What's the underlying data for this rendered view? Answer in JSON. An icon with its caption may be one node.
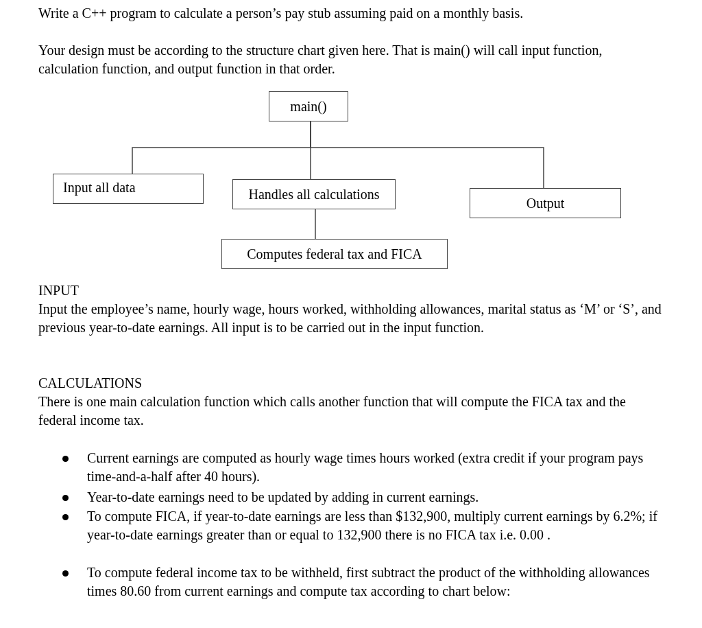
{
  "diagram": {
    "nodes": [
      {
        "text": [
          "main()"
        ]
      },
      {
        "text": [
          "Input all data"
        ]
      },
      {
        "text": [
          "Handles all calculations"
        ]
      },
      {
        "text": [
          "Output"
        ]
      },
      {
        "text": [
          "Computes federal tax and FICA"
        ]
      }
    ],
    "edges": [
      {
        "from": 0,
        "to": 1,
        "arrow": "none"
      },
      {
        "from": 0,
        "to": 2,
        "arrow": "none"
      },
      {
        "from": 0,
        "to": 3,
        "arrow": "none"
      },
      {
        "from": 2,
        "to": 4,
        "arrow": "none"
      }
    ],
    "labels": [
      "Write a C++ program to calculate a person’s pay stub assuming paid on a monthly basis.",
      "Your design must be according to the structure chart given here. That is main() will call input function, calculation function, and output function in that order.",
      "INPUT",
      "Input the employee’s name, hourly wage, hours worked, withholding allowances, marital status as ‘M’ or ‘S’, and previous year-to-date earnings. All input is to be carried out in the input function.",
      "CALCULATIONS",
      "There is one main calculation function which calls another function that will compute the FICA tax and the federal income tax.",
      "Current earnings are computed as hourly wage times hours worked (extra credit if your program pays time-and-a-half after 40 hours).",
      "Year-to-date earnings need to be updated by adding in current earnings.",
      "To compute FICA, if year-to-date earnings are less than $132,900, multiply current earnings by 6.2%; if year-to-date earnings greater than or equal to 132,900 there is no FICA tax i.e. 0.00 .",
      "To compute federal income tax to be withheld, first subtract the product of the withholding allowances times 80.60 from current earnings and compute tax according to chart below:"
    ]
  }
}
